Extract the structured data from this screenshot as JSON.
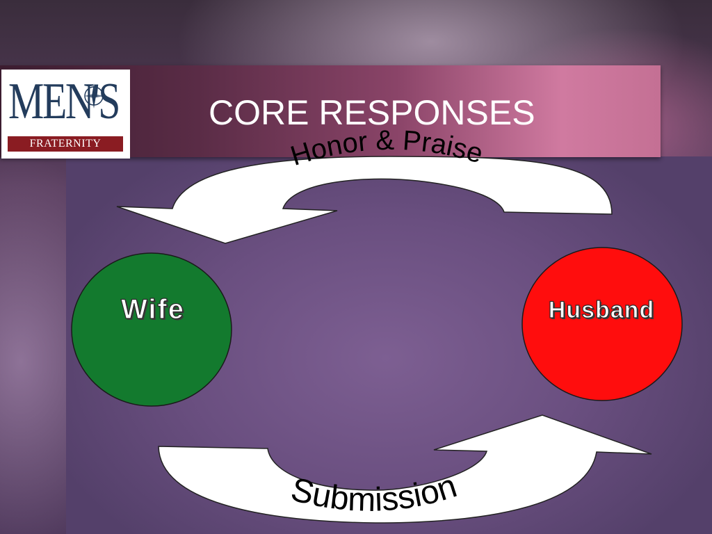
{
  "slide": {
    "title": "CORE RESPONSES",
    "logo": {
      "line1": "MEN'S",
      "line2": "FRATERNITY"
    }
  },
  "diagram": {
    "nodes": [
      {
        "id": "wife",
        "label": "Wife",
        "color": "#137a2e"
      },
      {
        "id": "husband",
        "label": "Husband",
        "color": "#ff0d0d"
      }
    ],
    "edges": [
      {
        "from": "husband",
        "to": "wife",
        "label": "Honor & Praise"
      },
      {
        "from": "wife",
        "to": "husband",
        "label": "Submission"
      }
    ]
  },
  "colors": {
    "arrow_fill": "#ffffff",
    "title_text": "#ffffff"
  }
}
